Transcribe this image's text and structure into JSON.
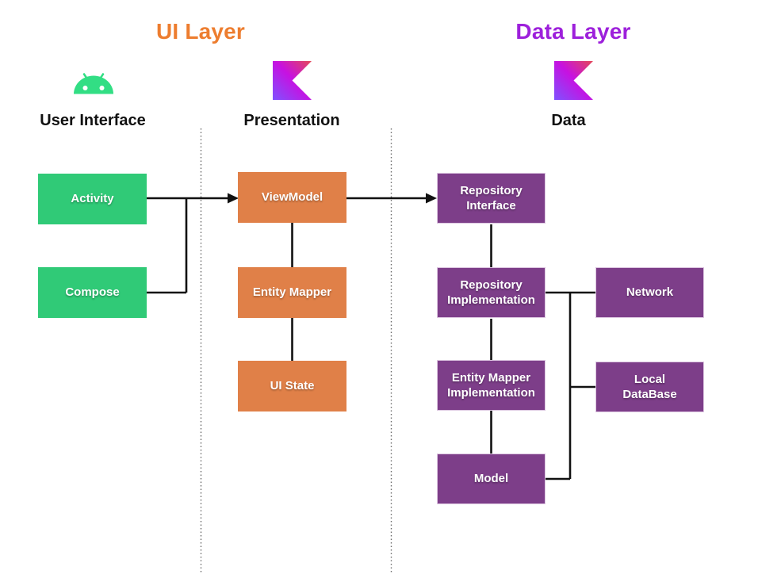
{
  "titles": {
    "ui_layer": "UI Layer",
    "data_layer": "Data Layer"
  },
  "columns": {
    "user_interface": {
      "label": "User Interface",
      "icon": "android-icon"
    },
    "presentation": {
      "label": "Presentation",
      "icon": "kotlin-icon"
    },
    "data": {
      "label": "Data",
      "icon": "kotlin-icon"
    }
  },
  "nodes": {
    "activity": {
      "label": "Activity",
      "group": "user-interface"
    },
    "compose": {
      "label": "Compose",
      "group": "user-interface"
    },
    "viewmodel": {
      "label": "ViewModel",
      "group": "presentation"
    },
    "entity_mapper": {
      "label": "Entity Mapper",
      "group": "presentation"
    },
    "ui_state": {
      "label": "UI State",
      "group": "presentation"
    },
    "repository_interface": {
      "label": "Repository\nInterface",
      "group": "data"
    },
    "repository_implementation": {
      "label": "Repository\nImplementation",
      "group": "data"
    },
    "entity_mapper_implementation": {
      "label": "Entity Mapper\nImplementation",
      "group": "data"
    },
    "model": {
      "label": "Model",
      "group": "data"
    },
    "network": {
      "label": "Network",
      "group": "data"
    },
    "local_database": {
      "label": "Local\nDataBase",
      "group": "data"
    }
  },
  "edges": [
    {
      "from": "activity",
      "to": "viewmodel",
      "arrow": true
    },
    {
      "from": "compose",
      "to": "viewmodel",
      "arrow": true
    },
    {
      "from": "viewmodel",
      "to": "repository_interface",
      "arrow": true
    },
    {
      "from": "viewmodel",
      "to": "entity_mapper",
      "arrow": false
    },
    {
      "from": "entity_mapper",
      "to": "ui_state",
      "arrow": false
    },
    {
      "from": "repository_interface",
      "to": "repository_implementation",
      "arrow": false
    },
    {
      "from": "repository_implementation",
      "to": "entity_mapper_implementation",
      "arrow": false
    },
    {
      "from": "entity_mapper_implementation",
      "to": "model",
      "arrow": false
    },
    {
      "from": "repository_implementation",
      "to": "network",
      "arrow": false
    },
    {
      "from": "repository_implementation",
      "to": "local_database",
      "arrow": false
    },
    {
      "from": "repository_implementation",
      "to": "model",
      "arrow": false
    }
  ],
  "colors": {
    "background": "#FFFFFF",
    "box_green": "#30CA77",
    "box_orange": "#E08048",
    "box_purple": "#7D3E89",
    "purple_box_border": "#DCC5E0",
    "title_orange": "#ED7D2F",
    "title_purple": "#9D20DB",
    "android_green": "#32DE84",
    "kotlin_red": "#E44857",
    "kotlin_magenta": "#C711E1",
    "kotlin_violet": "#7F52FF",
    "line_black": "#111111",
    "divider_gray": "#6B6B6B",
    "label_black": "#111111"
  }
}
